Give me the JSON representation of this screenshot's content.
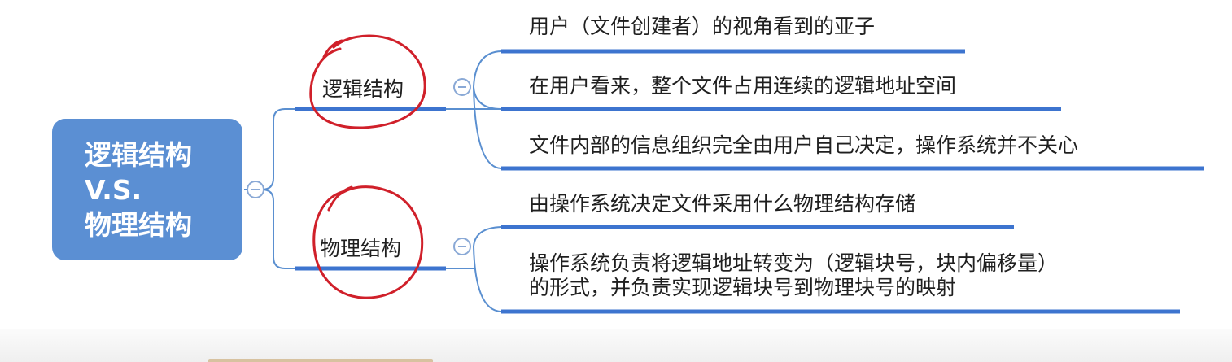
{
  "colors": {
    "root_bg": "#5b8fd3",
    "connector": "#5a8fd0",
    "underline": "#3d74cf",
    "annotation": "#d0202a"
  },
  "root": {
    "lines": [
      "逻辑结构",
      "V.S.",
      "物理结构"
    ]
  },
  "branches": [
    {
      "label": "逻辑结构",
      "leaves": [
        {
          "lines": [
            "用户（文件创建者）的视角看到的亚子"
          ]
        },
        {
          "lines": [
            "在用户看来，整个文件占用连续的逻辑地址空间"
          ]
        },
        {
          "lines": [
            "文件内部的信息组织完全由用户自己决定，操作系统并不关心"
          ]
        }
      ]
    },
    {
      "label": "物理结构",
      "leaves": [
        {
          "lines": [
            "由操作系统决定文件采用什么物理结构存储"
          ]
        },
        {
          "lines": [
            "操作系统负责将逻辑地址转变为（逻辑块号，块内偏移量）",
            "的形式，并负责实现逻辑块号到物理块号的映射"
          ]
        }
      ]
    }
  ],
  "icons": {
    "collapse": "minus-circle-icon"
  }
}
